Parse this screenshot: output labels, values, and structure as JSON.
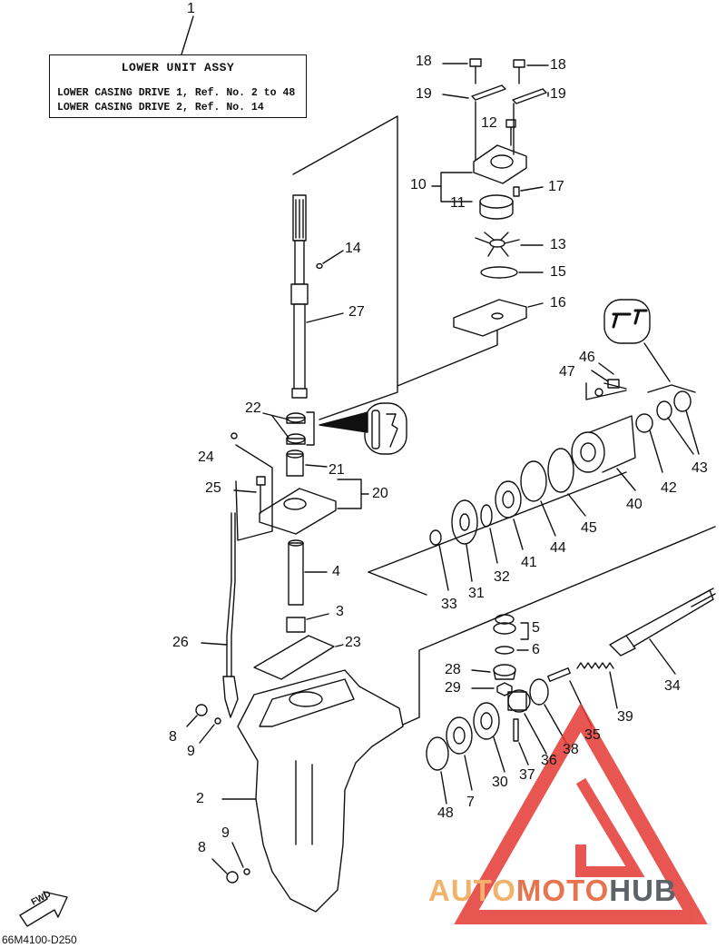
{
  "title_box": {
    "title": "LOWER UNIT  ASSY",
    "line1": "LOWER CASING DRIVE 1, Ref. No. 2 to 48",
    "line2": "LOWER CASING DRIVE 2, Ref. No. 14"
  },
  "callouts": {
    "c1": "1",
    "c2": "2",
    "c3": "3",
    "c4": "4",
    "c5": "5",
    "c6": "6",
    "c7": "7",
    "c8a": "8",
    "c8b": "8",
    "c9a": "9",
    "c9b": "9",
    "c10": "10",
    "c11": "11",
    "c12": "12",
    "c13": "13",
    "c14": "14",
    "c15": "15",
    "c16": "16",
    "c17": "17",
    "c18a": "18",
    "c18b": "18",
    "c19a": "19",
    "c19b": "19",
    "c20": "20",
    "c21": "21",
    "c22": "22",
    "c23": "23",
    "c24": "24",
    "c25": "25",
    "c26": "26",
    "c27": "27",
    "c28": "28",
    "c29": "29",
    "c30": "30",
    "c31": "31",
    "c32": "32",
    "c33": "33",
    "c34": "34",
    "c35": "35",
    "c36": "36",
    "c37": "37",
    "c38": "38",
    "c39": "39",
    "c40": "40",
    "c41": "41",
    "c42": "42",
    "c43": "43",
    "c44": "44",
    "c45": "45",
    "c46": "46",
    "c47": "47",
    "c48": "48"
  },
  "fwd_label": "FWD",
  "diagram_code": "66M4100-D250",
  "watermark": {
    "part1": "AUTO",
    "part2": "MOTO",
    "part3": "HUB"
  },
  "colors": {
    "line": "#111111",
    "watermark_red": "#e53935",
    "watermark_orange": "#f2b26b",
    "watermark_gray": "#5f6368"
  }
}
